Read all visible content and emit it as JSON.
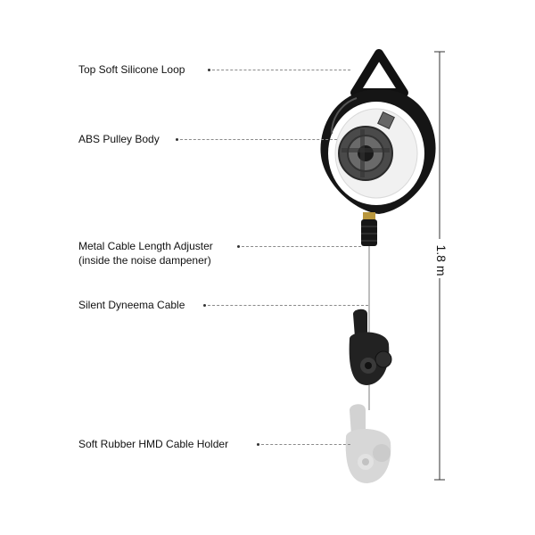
{
  "labels": {
    "top_loop": "Top Soft Silicone Loop",
    "pulley_body": "ABS Pulley Body",
    "adjuster_line1": "Metal Cable Length Adjuster",
    "adjuster_line2": "(inside the noise dampener)",
    "cable": "Silent Dyneema Cable",
    "holder": "Soft Rubber HMD Cable Holder"
  },
  "measurement": {
    "length": "1.8 m"
  },
  "colors": {
    "body_black": "#1b1b1b",
    "leader_gray": "#8a8a8a",
    "ghost_gray": "#c9c9c9"
  }
}
